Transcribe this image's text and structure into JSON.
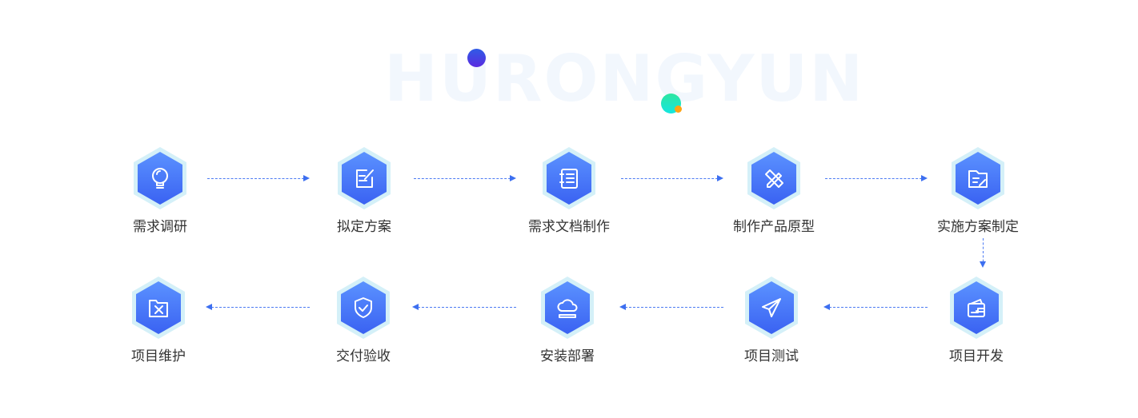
{
  "watermark": "HURONGYUN",
  "colors": {
    "hex_outer": "#d4f0f8",
    "hex_top": "#5b92ff",
    "hex_bottom": "#3a62f2",
    "arrow": "#4d7bf3"
  },
  "steps": [
    {
      "label": "需求调研",
      "icon": "lightbulb-icon"
    },
    {
      "label": "拟定方案",
      "icon": "edit-note-icon"
    },
    {
      "label": "需求文档制作",
      "icon": "document-list-icon"
    },
    {
      "label": "制作产品原型",
      "icon": "pencil-ruler-icon"
    },
    {
      "label": "实施方案制定",
      "icon": "folder-edit-icon"
    },
    {
      "label": "项目开发",
      "icon": "wallet-icon"
    },
    {
      "label": "项目测试",
      "icon": "paper-plane-icon"
    },
    {
      "label": "安装部署",
      "icon": "cloud-icon"
    },
    {
      "label": "交付验收",
      "icon": "shield-check-icon"
    },
    {
      "label": "项目维护",
      "icon": "folder-tools-icon"
    }
  ]
}
